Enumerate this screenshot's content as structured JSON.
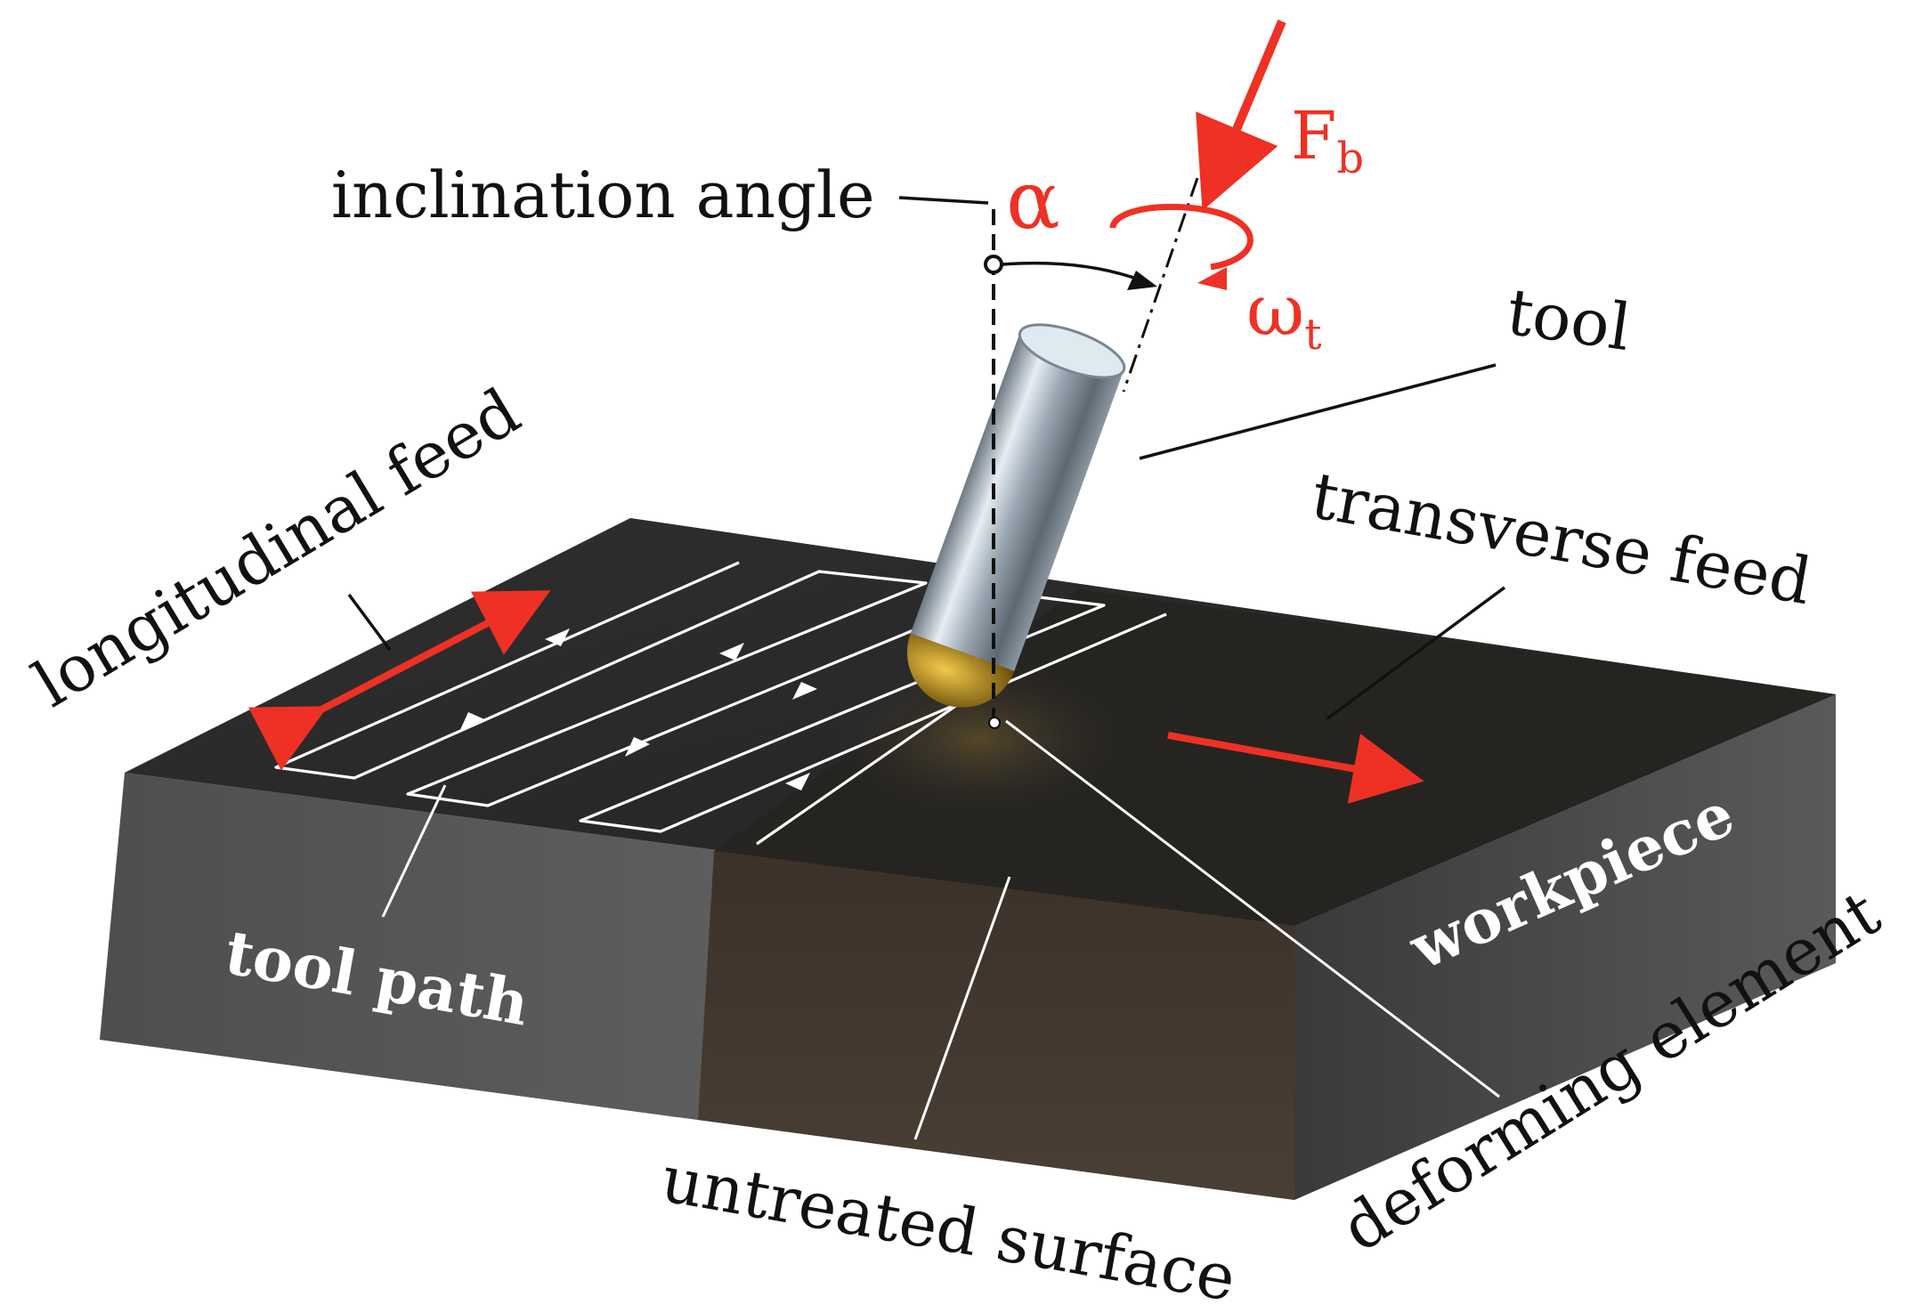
{
  "labels": {
    "inclination_angle": "inclination angle",
    "alpha": "α",
    "force_main": "F",
    "force_sub": "b",
    "omega_main": "ω",
    "omega_sub": "t",
    "tool": "tool",
    "longitudinal_feed": "longitudinal feed",
    "transverse_feed": "transverse feed",
    "tool_path": "tool path",
    "workpiece": "workpiece",
    "deforming_element": "deforming element",
    "untreated_surface": "untreated surface"
  },
  "colors": {
    "accent_red": "#ee3124",
    "workpiece_top": "#2b2b2b",
    "workpiece_left_face": "#5c5c5c",
    "workpiece_right_face": "#4a4a4a",
    "untreated_face": "#3e342c",
    "tool_steel": "#b8c2cc",
    "tool_tip": "#c9960f"
  }
}
